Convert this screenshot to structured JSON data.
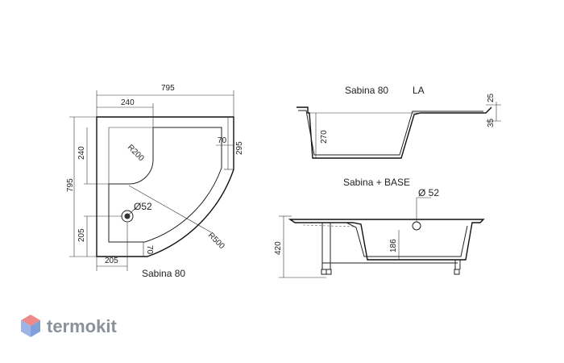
{
  "plan_view": {
    "caption": "Sabina 80",
    "dims": {
      "width_overall": "795",
      "height_overall": "795",
      "seat_width": "240",
      "seat_height": "240",
      "right_depth": "295",
      "rim_70_right": "70",
      "rim_70_bottom": "70",
      "drain_x": "205",
      "drain_y": "205",
      "radius_inner": "R200",
      "radius_outer": "R500",
      "drain": "Ø52"
    }
  },
  "section_la": {
    "caption": "Sabina 80",
    "variant": "LA",
    "dims": {
      "depth": "270",
      "top": "25",
      "rim": "35"
    }
  },
  "section_base": {
    "caption": "Sabina + BASE",
    "dims": {
      "drain": "Ø 52",
      "inner": "186",
      "total": "420"
    }
  },
  "brand": {
    "name": "termokit",
    "colors": {
      "top": "#f08a8a",
      "left": "#9fb4e6",
      "right": "#7fa0d8"
    }
  }
}
